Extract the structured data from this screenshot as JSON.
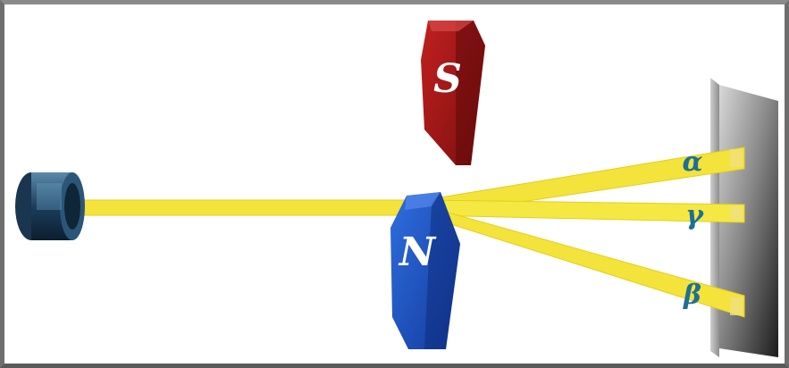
{
  "colors": {
    "background": "#ffffff",
    "beam": "#f3e33b",
    "beam_edge": "#e2cf1e",
    "magnet_north": "#1f4fc4",
    "magnet_south": "#a01818",
    "screen": "#3a3a3a",
    "particle_label": "#1e6f96",
    "frame": "#6e6e6e"
  },
  "magnets": {
    "south_label": "S",
    "north_label": "N"
  },
  "beams": {
    "alpha_label": "α",
    "gamma_label": "γ",
    "beta_label": "β"
  },
  "icons": {
    "source": "radioactive-source-icon",
    "screen": "detector-screen-icon"
  }
}
